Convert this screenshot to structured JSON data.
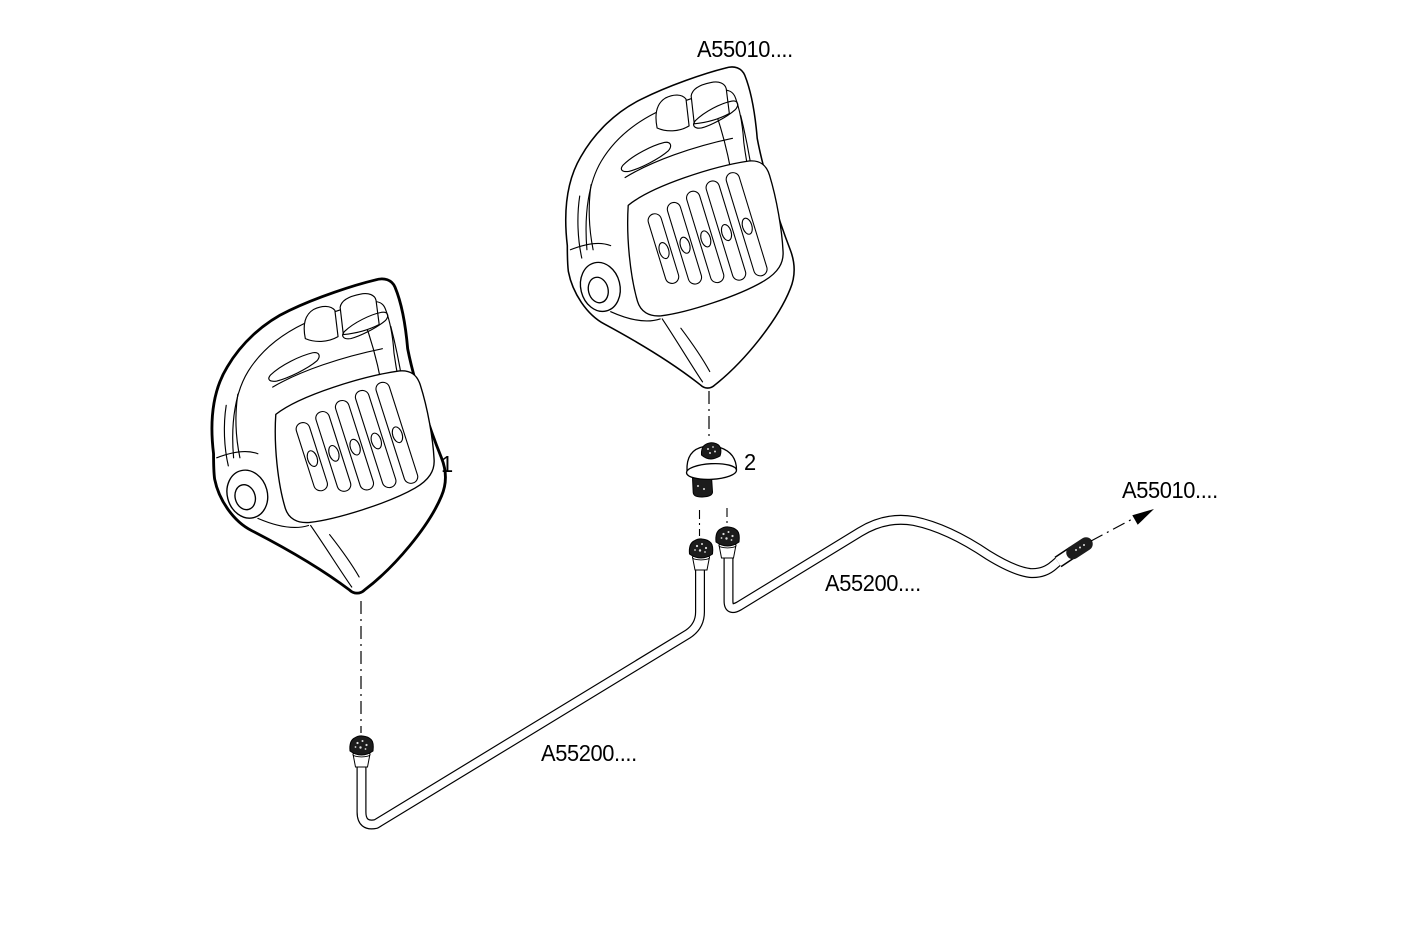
{
  "diagram": {
    "background_color": "#ffffff",
    "line_color": "#000000",
    "pedal_top_label": "A55010....",
    "arrow_ref_label": "A55010....",
    "hose_right_label": "A55200....",
    "hose_left_label": "A55200....",
    "item1_callout": "1",
    "item2_callout": "2"
  }
}
